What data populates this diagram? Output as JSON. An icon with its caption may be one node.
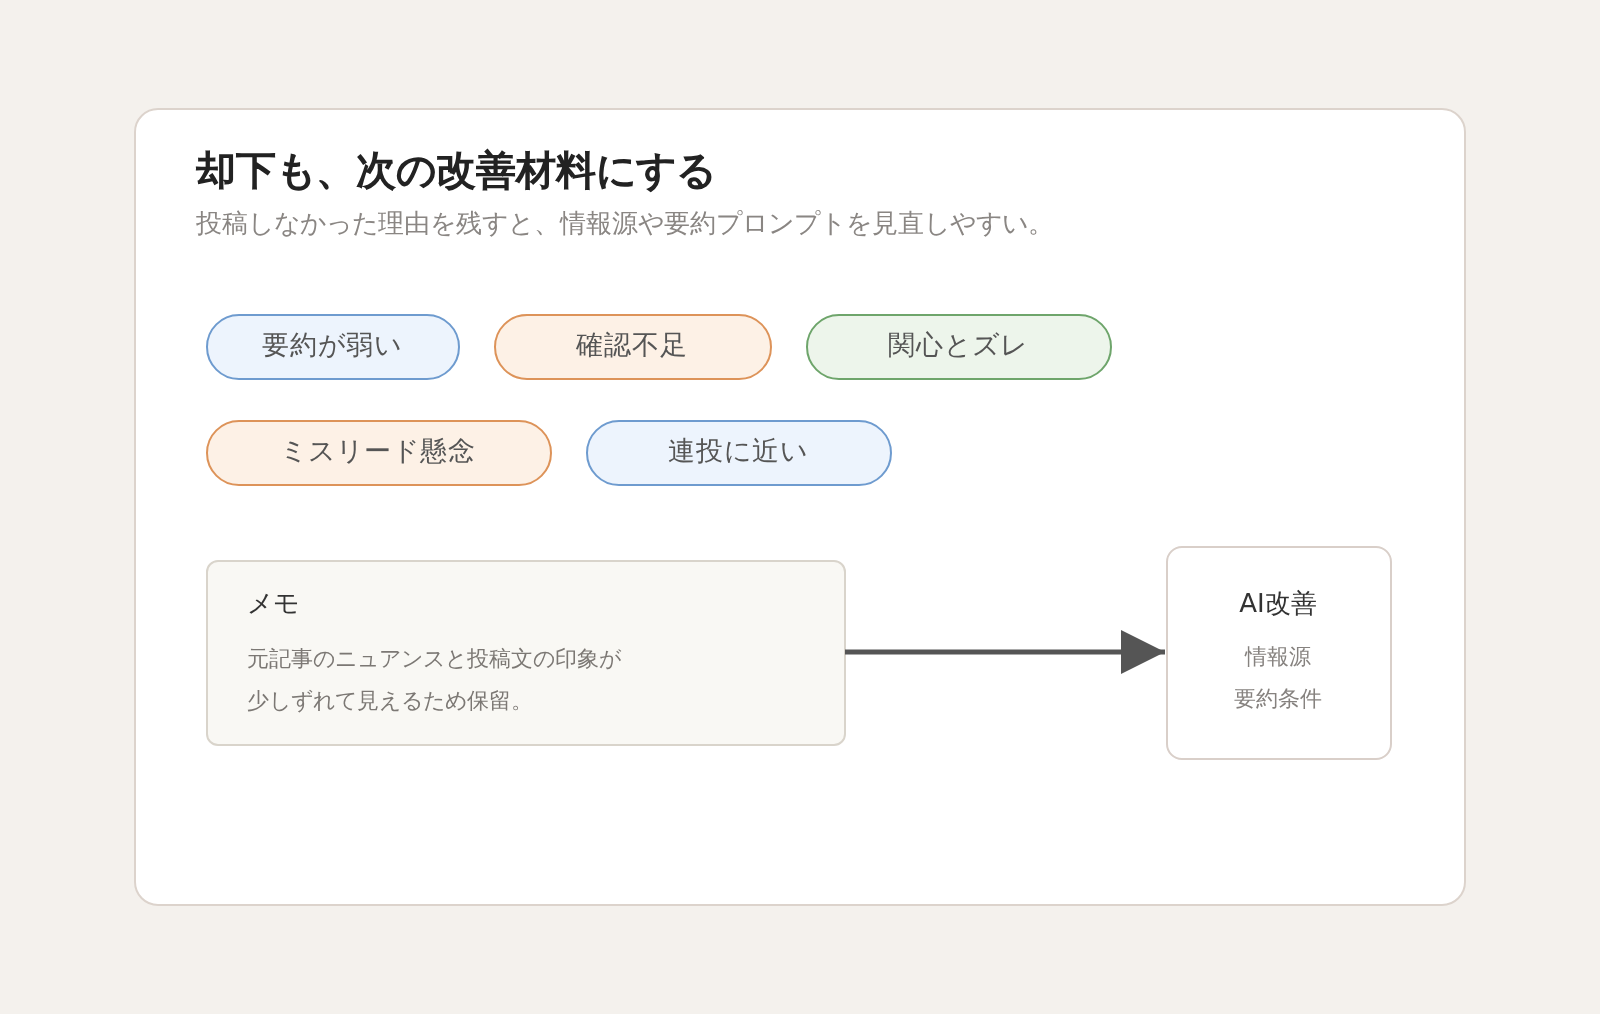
{
  "diagram": {
    "nodes": [
      {
        "text": [
          "却下も、次の改善材料にする",
          "投稿しなかった理由を残すと、情報源や要約プロンプトを見直しやすい。"
        ]
      },
      {
        "text": [
          "要約が弱い"
        ],
        "in": 0
      },
      {
        "text": [
          "確認不足"
        ],
        "in": 0
      },
      {
        "text": [
          "関心とズレ"
        ],
        "in": 0
      },
      {
        "text": [
          "ミスリード懸念"
        ],
        "in": 0
      },
      {
        "text": [
          "連投に近い"
        ],
        "in": 0
      },
      {
        "text": [
          "メモ",
          "元記事のニュアンスと投稿文の印象が少しずれて見えるため保留。"
        ],
        "in": 0
      },
      {
        "text": [
          "AI改善",
          "情報源",
          "要約条件"
        ],
        "in": 0
      }
    ],
    "edges": [
      {
        "from": 6,
        "to": 7,
        "arrow": "to"
      }
    ]
  }
}
